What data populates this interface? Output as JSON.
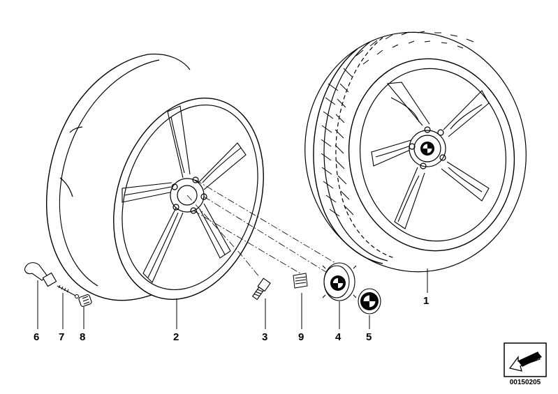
{
  "callouts": {
    "tyre_wheel_assembly": "1",
    "light_alloy_rim": "2",
    "wheel_bolt": "3",
    "hub_cap": "4",
    "emblem_cap": "5",
    "valve": "6",
    "valve_insert": "7",
    "valve_cap": "8",
    "balance_weight": "9"
  },
  "diagram_id": "00150205",
  "colors": {
    "line": "#000000",
    "background": "#ffffff"
  },
  "icons": [
    "bmw-logo-icon",
    "return-arrow-icon"
  ]
}
